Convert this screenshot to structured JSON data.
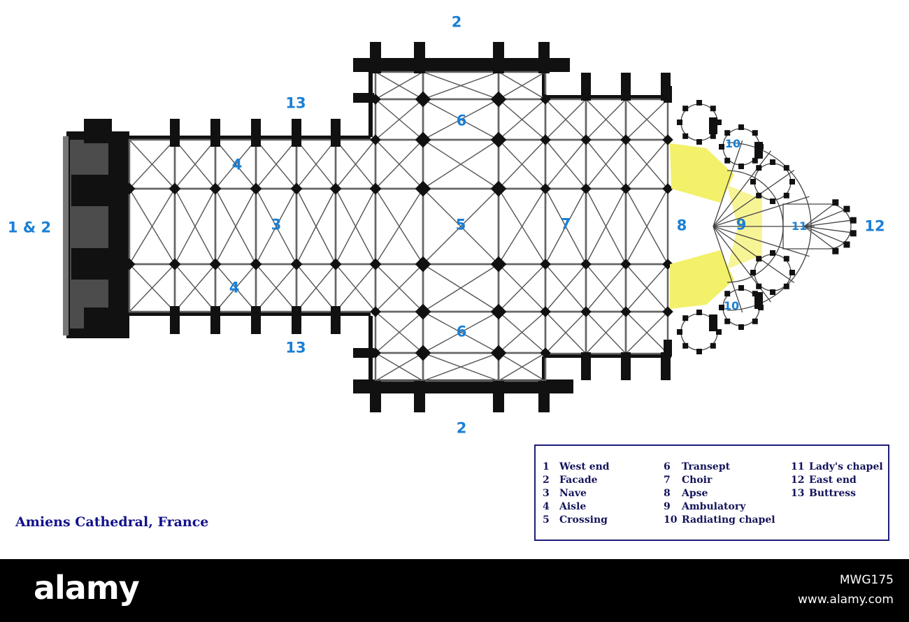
{
  "diagram": {
    "title": "Amiens Cathedral, France",
    "plan_labels": {
      "west": "1 & 2",
      "north_transept": "2",
      "south_transept": "2",
      "buttress_north": "13",
      "buttress_south": "13",
      "aisle_north": "4",
      "aisle_south": "4",
      "nave": "3",
      "crossing": "5",
      "transept_north": "6",
      "transept_south": "6",
      "choir": "7",
      "apse": "8",
      "ambulatory": "9",
      "radiating_north": "10",
      "radiating_south": "10",
      "ladys_chapel": "11",
      "east": "12"
    },
    "legend": [
      {
        "num": "1",
        "label": "West end"
      },
      {
        "num": "2",
        "label": "Facade"
      },
      {
        "num": "3",
        "label": "Nave"
      },
      {
        "num": "4",
        "label": "Aisle"
      },
      {
        "num": "5",
        "label": "Crossing"
      },
      {
        "num": "6",
        "label": "Transept"
      },
      {
        "num": "7",
        "label": "Choir"
      },
      {
        "num": "8",
        "label": "Apse"
      },
      {
        "num": "9",
        "label": "Ambulatory"
      },
      {
        "num": "10",
        "label": "Radiating chapel"
      },
      {
        "num": "11",
        "label": "Lady's chapel"
      },
      {
        "num": "12",
        "label": "East end"
      },
      {
        "num": "13",
        "label": "Buttress"
      }
    ],
    "colors": {
      "label": "#1a7fd6",
      "title": "#12128a",
      "walls": "#111111",
      "highlight": "#f3f06a"
    }
  },
  "footer": {
    "brand": "alamy",
    "image_code": "MWG175",
    "site": "www.alamy.com"
  }
}
